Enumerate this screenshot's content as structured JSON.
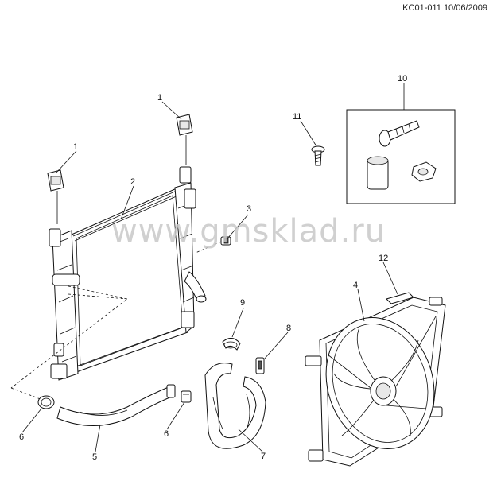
{
  "header": {
    "code": "KC01-011 10/06/2009"
  },
  "watermark": "www.gmsklad.ru",
  "callouts": {
    "c1a": "1",
    "c1b": "1",
    "c2": "2",
    "c3": "3",
    "c4": "4",
    "c5": "5",
    "c6a": "6",
    "c6b": "6",
    "c7": "7",
    "c8": "8",
    "c9": "9",
    "c10": "10",
    "c11": "11",
    "c12": "12"
  }
}
